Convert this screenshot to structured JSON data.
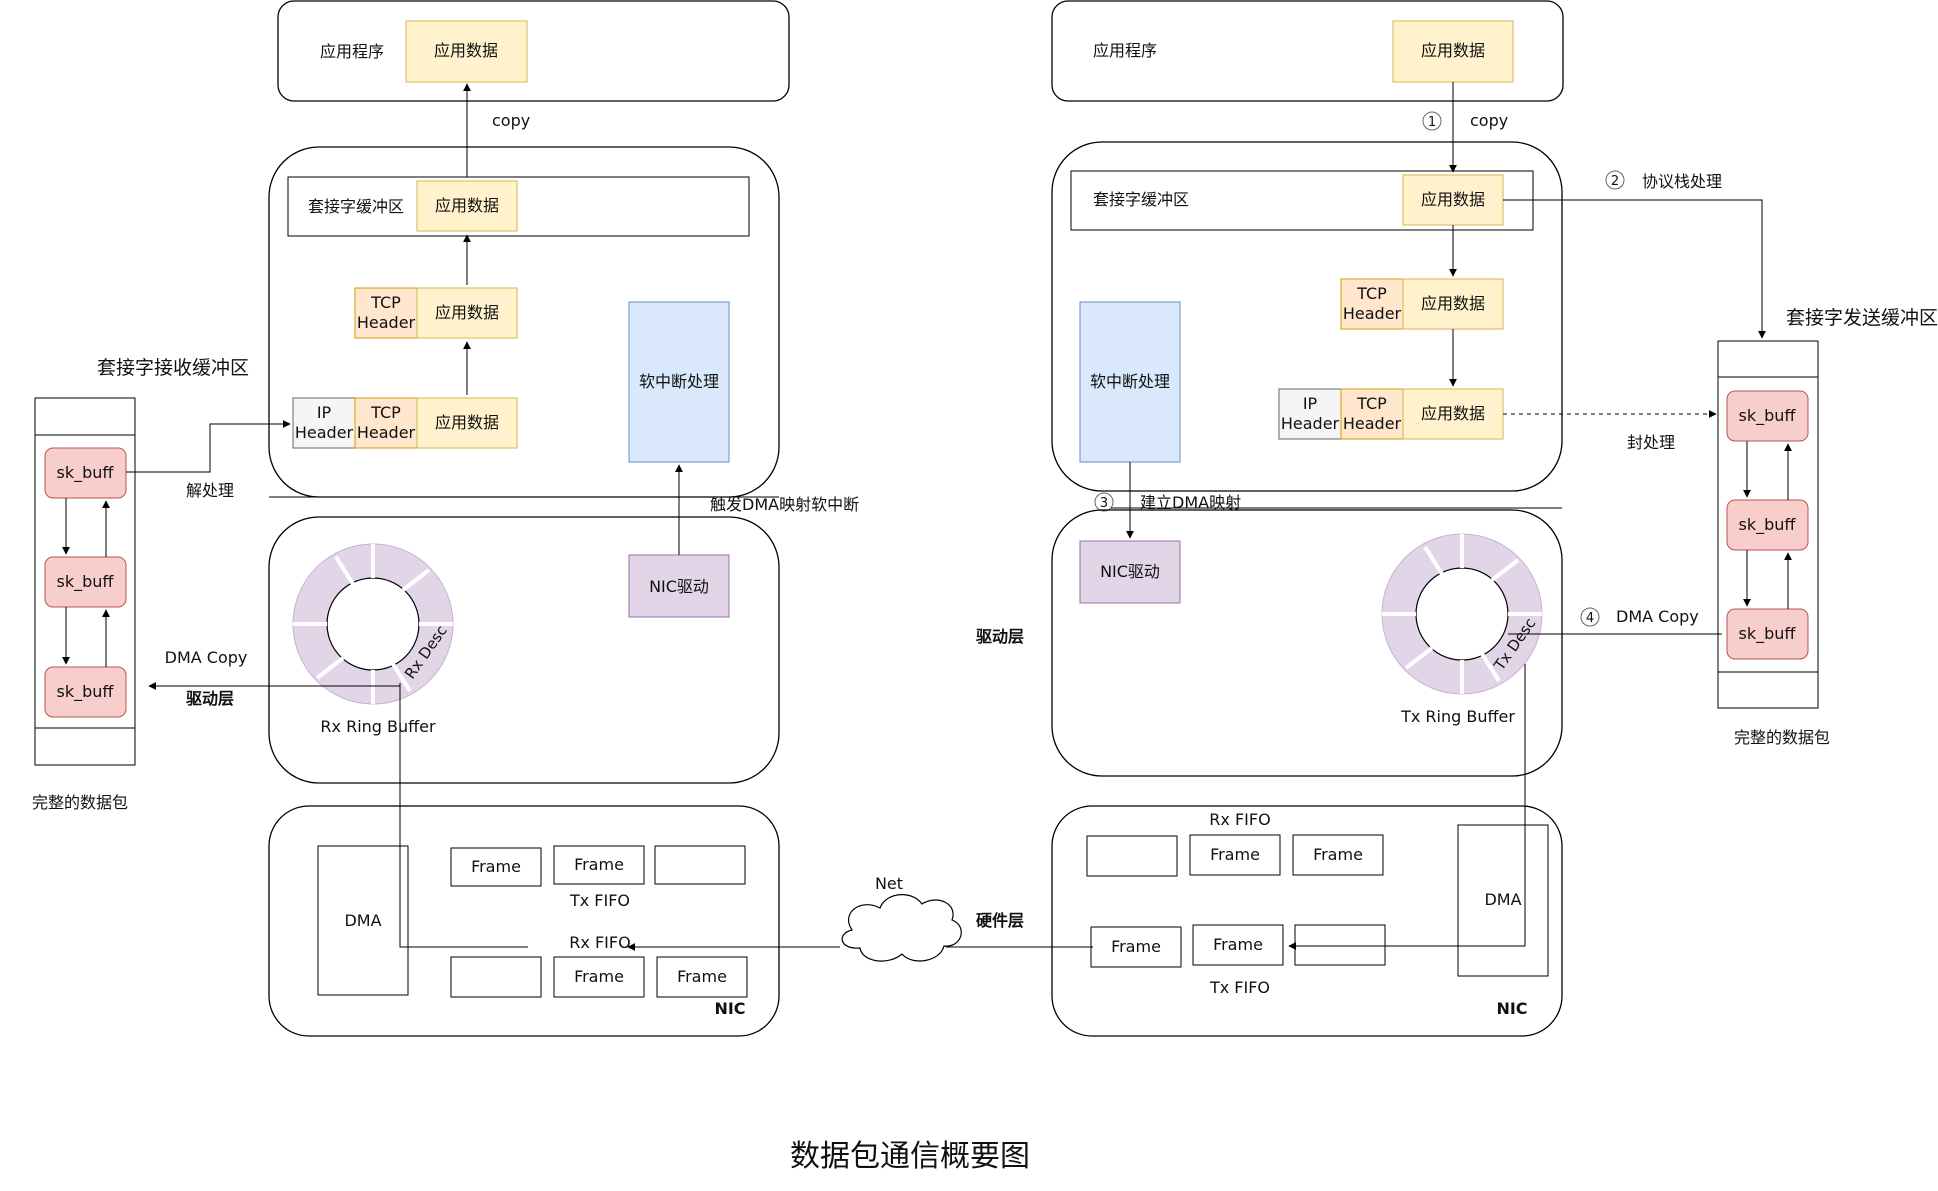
{
  "title": "数据包通信概要图",
  "receive": {
    "app_label": "应用程序",
    "app_data": "应用数据",
    "copy_label": "copy",
    "socket_buffer_label": "套接字缓冲区",
    "tcp_header": "TCP Header",
    "ip_header": "IP Header",
    "softirq_label": "软中断处理",
    "trigger_label": "触发DMA映射软中断",
    "nic_driver_label": "NIC驱动",
    "ring_label": "Rx Ring Buffer",
    "ring_desc": "Rx Desc",
    "dma_label": "DMA",
    "frame_label": "Frame",
    "tx_fifo_label": "Tx FIFO",
    "rx_fifo_label": "Rx FIFO",
    "nic_label": "NIC",
    "recv_buffer_title": "套接字接收缓冲区",
    "skb_label": "sk_buff",
    "decode_label": "解处理",
    "dma_copy_label": "DMA Copy",
    "driver_layer_label": "驱动层",
    "complete_packet_label": "完整的数据包"
  },
  "send": {
    "app_label": "应用程序",
    "app_data": "应用数据",
    "step1": "1",
    "copy_label": "copy",
    "socket_buffer_label": "套接字缓冲区",
    "step2": "2",
    "protocol_stack_label": "协议栈处理",
    "send_buffer_title": "套接字发送缓冲区",
    "tcp_header": "TCP Header",
    "ip_header": "IP Header",
    "softirq_label": "软中断处理",
    "encapsulate_label": "封处理",
    "step3": "3",
    "dma_map_label": "建立DMA映射",
    "nic_driver_label": "NIC驱动",
    "driver_layer_label": "驱动层",
    "ring_label": "Tx Ring Buffer",
    "ring_desc": "Tx Desc",
    "step4": "4",
    "dma_copy_label": "DMA Copy",
    "skb_label": "sk_buff",
    "complete_packet_label": "完整的数据包",
    "rx_fifo_label": "Rx FIFO",
    "tx_fifo_label": "Tx FIFO",
    "frame_label": "Frame",
    "dma_label": "DMA",
    "hardware_layer_label": "硬件层",
    "nic_label": "NIC"
  },
  "net_label": "Net",
  "colors": {
    "data_fill": "#fff2cc",
    "data_stroke": "#d6b656",
    "tcp_fill": "#ffe6cc",
    "tcp_stroke": "#d79b00",
    "ip_fill": "#f5f5f5",
    "ip_stroke": "#666666",
    "softirq_fill": "#dae8fc",
    "softirq_stroke": "#6c8ebf",
    "driver_fill": "#e1d5e7",
    "driver_stroke": "#9673a6",
    "skb_fill": "#f8cecc",
    "skb_stroke": "#b85450",
    "red_text": "#ff0000"
  }
}
